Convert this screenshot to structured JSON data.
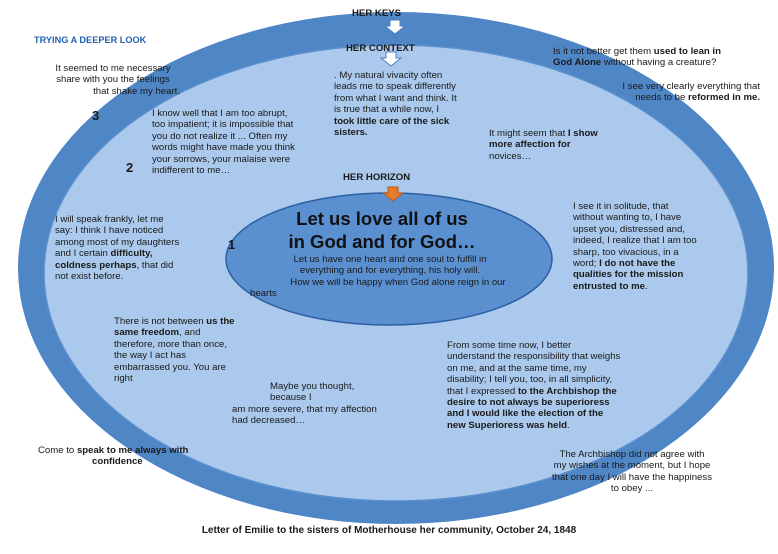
{
  "labels": {
    "title": "TRYING A DEEPER LOOK",
    "keys": "HER KEYS",
    "context": "HER CONTEXT",
    "horizon": "HER HORIZON",
    "ring3": "3",
    "ring2": "2",
    "ring1": "1"
  },
  "core": {
    "title_line1": "Let us love all of us",
    "title_line2": "in God and for God…",
    "body_line1": "Let us have one heart and one soul to fulfill in",
    "body_line2": "everything and for everything, his holy will.",
    "body_line3": "How we will be happy when God alone reign in our",
    "body_line4": "hearts"
  },
  "quotes": {
    "q1": [
      "It seemed to me necessary",
      "share with you the feelings",
      "that shake my heart."
    ],
    "q2": [
      ". My natural vivacity often",
      "leads me to speak differently",
      "from what I want and think. It",
      "is true that a while now, I",
      "took little care of the sick",
      "sisters."
    ],
    "q3a": "Is it not better get them ",
    "q3b": "used to lean in",
    "q3c": "God Alone",
    "q3d": " without having a creature?",
    "q4a": "I see very clearly everything that",
    "q4b": "needs to be ",
    "q4c": "reformed in me.",
    "q5": [
      "I know well that I am too abrupt,",
      "too impatient; it is impossible that",
      "you do not realize it ... Often my",
      "words might have made you think",
      "your sorrows, your malaise were",
      "indifferent to me…"
    ],
    "q6a": "It might seem that ",
    "q6b": "I show",
    "q6c": "more affection for",
    "q6d": "novices…",
    "q7a": [
      "I will speak frankly, let me",
      "say: I think I have noticed",
      "among most of my daughters",
      "and I certain "
    ],
    "q7b": "difficulty,",
    "q7c": "coldness perhaps",
    "q7d": ", that did",
    "q7e": "not exist before.",
    "q8a": [
      "I see it in solitude, that",
      "without wanting to, I have",
      "upset you, distressed and,",
      "indeed, I realize that I am too",
      "sharp, too vivacious, in a"
    ],
    "q8b": "word; ",
    "q8c": "I do not have the",
    "q8d": "qualities for the mission",
    "q8e": "entrusted to me",
    "q8f": ".",
    "q9a": "There is not between ",
    "q9b": "us the",
    "q9c": "same freedom",
    "q9d": ", and",
    "q9e": [
      "therefore, more than once,",
      "the way I act has",
      "embarrassed you. You are",
      "right"
    ],
    "q10": [
      "Maybe you thought, because I",
      "am more severe, that my affection",
      "had decreased…"
    ],
    "q11a": [
      "From some time now, I better",
      "understand the responsibility that weighs",
      "on me, and at the same time, my",
      "disability; I tell you, too, in all simplicity,",
      "that I expressed "
    ],
    "q11b": "to the Archbishop the",
    "q11c": "desire to not always be superioress",
    "q11d": "and I would like the election of the",
    "q11e": "new Superioress was held",
    "q11f": ".",
    "q12a": "Come to ",
    "q12b": "speak to me always with",
    "q12c": "confidence",
    "q13": [
      "The Archbishop did not agree with",
      "my wishes at the moment, but I hope",
      "that one day I will have the happiness",
      "to obey ..."
    ]
  },
  "caption": "Letter of Emilie to the sisters of Motherhouse her community, October 24, 1848",
  "colors": {
    "outer_ring": "#4f86c6",
    "middle_ring": "#aac9ec",
    "middle_ring_border": "#5b8fce",
    "core_fill": "#5a8fd0",
    "core_border": "#2d5fa3",
    "arrow_white": "#ffffff",
    "arrow_orange": "#e57b2b",
    "title_blue": "#2462b3"
  }
}
